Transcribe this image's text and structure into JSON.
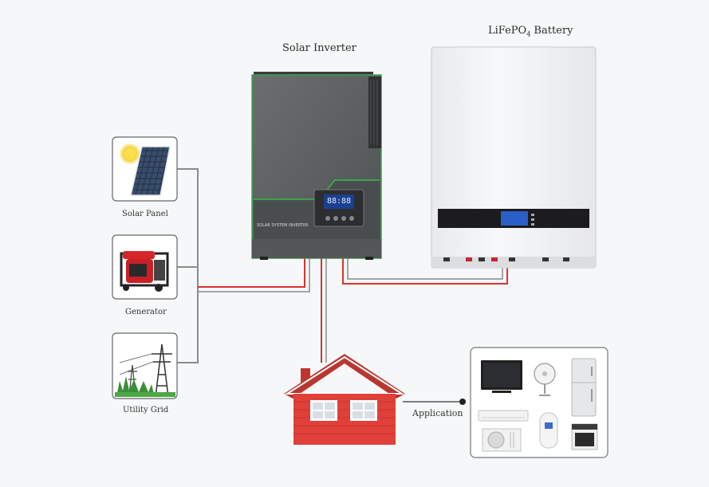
{
  "labels": {
    "solar_inverter": "Solar Inverter",
    "battery_prefix": "LiFePO",
    "battery_sub": "4",
    "battery_suffix": " Battery",
    "solar_panel": "Solar Panel",
    "generator": "Generator",
    "utility_grid": "Utility Grid",
    "application": "Application",
    "inverter_front_text": "SOLAR SYSTEM INVERTER",
    "lcd_readout": "88:88"
  },
  "icons": {
    "solar_panel": "solar-panel-icon",
    "generator": "generator-icon",
    "utility_grid": "power-tower-icon",
    "house": "house-icon",
    "appliances": [
      "tv-icon",
      "fan-icon",
      "refrigerator-icon",
      "air-conditioner-icon",
      "outdoor-unit-icon",
      "water-heater-icon",
      "oven-icon"
    ]
  },
  "colors": {
    "background": "#f6f7f8",
    "wire_red": "#d8342c",
    "wire_gray": "#8a8a8a",
    "inverter_body": "#5e6163",
    "inverter_accent": "#3da34a",
    "battery_body": "#f2f3f4",
    "house_red": "#e0403a",
    "house_roof": "#b93731"
  }
}
